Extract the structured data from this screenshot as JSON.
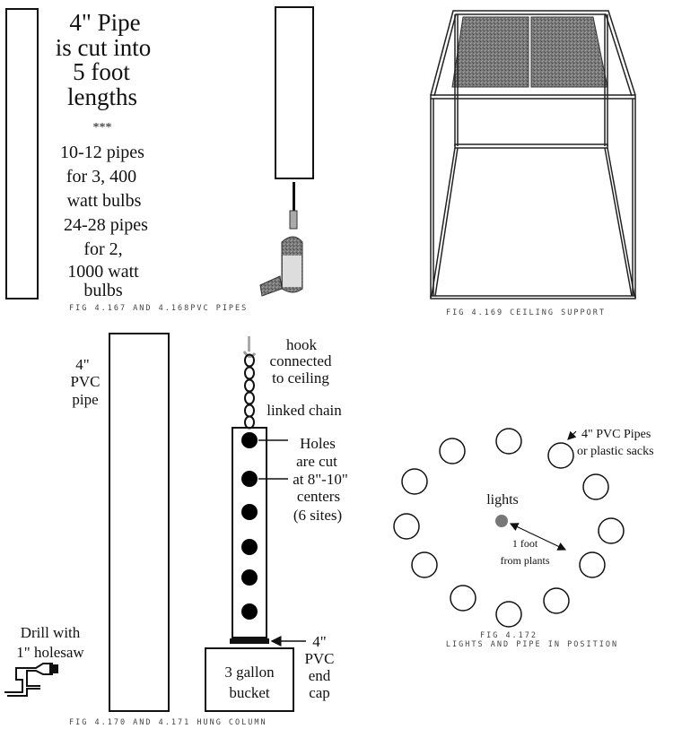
{
  "fig_pipes": {
    "text_lines": [
      "4\" Pipe",
      "is cut into",
      "5  foot",
      "lengths",
      "***",
      "10-12 pipes",
      "for  3, 400",
      "watt bulbs",
      "24-28 pipes",
      "for 2,",
      "1000 watt",
      "bulbs"
    ],
    "caption": "FIG 4.167 AND 4.168PVC PIPES",
    "drill_icon": "power-drill"
  },
  "fig_ceiling": {
    "caption": "FIG 4.169 CEILING SUPPORT"
  },
  "fig_column": {
    "pipe_label": [
      "4\"",
      "PVC",
      "pipe"
    ],
    "drill_label": [
      "Drill with",
      "1\" holesaw"
    ],
    "hook_label": [
      "hook",
      "connected",
      "to ceiling"
    ],
    "chain_label": "linked chain",
    "holes_label": [
      "Holes",
      "are cut",
      "at 8\"-10\"",
      "centers",
      "(6 sites)"
    ],
    "endcap_label": [
      "4\"",
      "PVC",
      "end",
      "cap"
    ],
    "bucket_label": [
      "3 gallon",
      "bucket"
    ],
    "hole_count": 6,
    "caption": "FIG 4.170 AND 4.171 HUNG COLUMN"
  },
  "fig_layout": {
    "pipes_label": [
      "4\" PVC Pipes",
      "or plastic sacks"
    ],
    "lights_label": "lights",
    "distance_label": [
      "1 foot",
      "from plants"
    ],
    "pipe_count": 12,
    "light_color": "#777777",
    "caption": [
      "FIG 4.172",
      "LIGHTS AND PIPE IN POSITION"
    ]
  }
}
